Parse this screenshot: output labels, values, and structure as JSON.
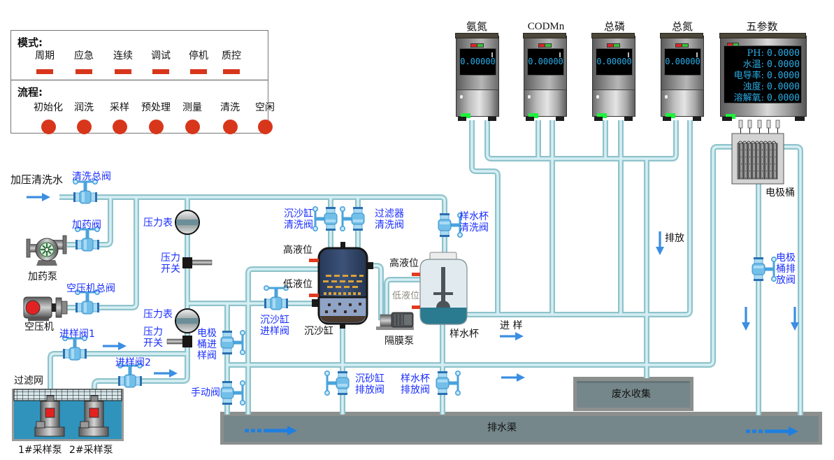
{
  "mode_panel": {
    "title": "模式:",
    "items": [
      "周期",
      "应急",
      "连续",
      "调试",
      "停机",
      "质控"
    ]
  },
  "process_panel": {
    "title": "流程:",
    "items": [
      "初始化",
      "润洗",
      "采样",
      "预处理",
      "测量",
      "清洗",
      "空闲"
    ]
  },
  "analyzers": [
    {
      "name": "氨氮",
      "value": "0.00000"
    },
    {
      "name": "CODMn",
      "value": "0.00000"
    },
    {
      "name": "总磷",
      "value": "0.00000"
    },
    {
      "name": "总氮",
      "value": "0.00000"
    }
  ],
  "five_param": {
    "title": "五参数",
    "rows": [
      {
        "label": "PH:",
        "value": "0.0000"
      },
      {
        "label": "水温:",
        "value": "0.0000"
      },
      {
        "label": "电导率:",
        "value": "0.0000"
      },
      {
        "label": "浊度:",
        "value": "0.0000"
      },
      {
        "label": "溶解氧:",
        "value": "0.0000"
      }
    ]
  },
  "equipment": {
    "pressurized_wash_water": "加压清洗水",
    "dosing_pump": "加药泵",
    "air_compressor": "空压机",
    "filter_screen": "过滤网",
    "sampling_pump_1": "1#采样泵",
    "sampling_pump_2": "2#采样泵",
    "sand_tank": "沉沙缸",
    "sand_tank_high_level": "高液位",
    "sand_tank_low_level": "低液位",
    "diaphragm_pump": "隔膜泵",
    "sample_cup": "样水杯",
    "cup_high_level": "高液位",
    "cup_low_level": "低液位",
    "electrode_barrel": "电极桶",
    "waste_collection": "废水收集",
    "drain_channel": "排水渠",
    "sample_in": "进 样",
    "discharge": "排放"
  },
  "instruments": {
    "pressure_gauge_1": "压力表",
    "pressure_switch_1": [
      "压力",
      "开关"
    ],
    "pressure_gauge_2": "压力表",
    "pressure_switch_2": [
      "压力",
      "开关"
    ]
  },
  "valves": {
    "wash_main": [
      "清洗总阀"
    ],
    "dosing": [
      "加药阀"
    ],
    "compressor_main": [
      "空压机总阀"
    ],
    "sample_inlet_1": [
      "进样阀1"
    ],
    "sample_inlet_2": [
      "进样阀2"
    ],
    "electrode_inlet": [
      "电极",
      "桶进",
      "样阀"
    ],
    "manual": [
      "手动阀"
    ],
    "sand_tank_wash": [
      "沉沙缸",
      "清洗阀"
    ],
    "filter_wash": [
      "过滤器",
      "清洗阀"
    ],
    "cup_wash": [
      "样水杯",
      "清洗阀"
    ],
    "sand_tank_inlet": [
      "沉沙缸",
      "进样阀"
    ],
    "sand_tank_drain": [
      "沉砂缸",
      "排放阀"
    ],
    "cup_drain": [
      "样水杯",
      "排放阀"
    ],
    "electrode_drain": [
      "电极",
      "桶排",
      "放阀"
    ]
  },
  "colors": {
    "indicator": "#d8361b",
    "pipe": "#8fc3cc",
    "valve": "#4aa3dc",
    "label_blue": "#1a2eff",
    "flow_arrow": "#3b8ee2",
    "display_text": "#2aaee8",
    "run_led": "#1ef03c",
    "pool_water": "#2f93bc",
    "drain": "#76878b"
  }
}
